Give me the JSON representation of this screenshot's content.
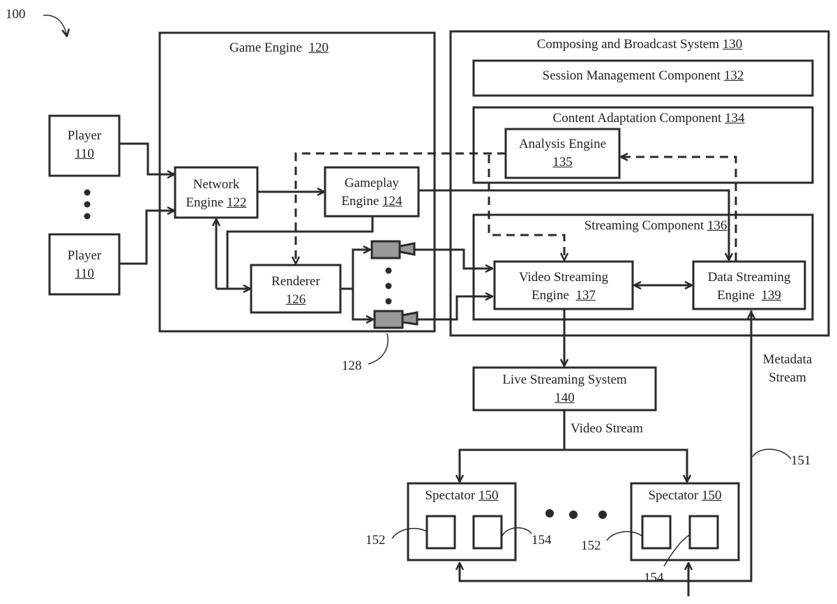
{
  "figure_ref": "100",
  "game_engine": {
    "title": "Game Engine",
    "ref": "120"
  },
  "players": [
    {
      "label": "Player",
      "ref": "110"
    },
    {
      "label": "Player",
      "ref": "110"
    }
  ],
  "network_engine": {
    "line1": "Network",
    "line2": "Engine",
    "ref": "122"
  },
  "gameplay_engine": {
    "line1": "Gameplay",
    "line2": "Engine",
    "ref": "124"
  },
  "renderer": {
    "line1": "Renderer",
    "ref": "126"
  },
  "cameras_ref": "128",
  "composing_system": {
    "title": "Composing and Broadcast System",
    "ref": "130"
  },
  "session_management": {
    "title": "Session Management Component",
    "ref": "132"
  },
  "content_adaptation": {
    "title": "Content Adaptation Component",
    "ref": "134"
  },
  "analysis_engine": {
    "line1": "Analysis Engine",
    "ref": "135"
  },
  "streaming_component": {
    "title": "Streaming Component",
    "ref": "136"
  },
  "video_streaming_engine": {
    "line1": "Video Streaming",
    "line2": "Engine",
    "ref": "137"
  },
  "data_streaming_engine": {
    "line1": "Data Streaming",
    "line2": "Engine",
    "ref": "139"
  },
  "live_streaming_system": {
    "line1": "Live Streaming System",
    "ref": "140"
  },
  "video_stream_label": "Video Stream",
  "metadata_stream_label": {
    "line1": "Metadata",
    "line2": "Stream"
  },
  "metadata_ref": "151",
  "spectators": [
    {
      "label": "Spectator",
      "ref": "150",
      "left_ref": "152",
      "right_ref": "154"
    },
    {
      "label": "Spectator",
      "ref": "150",
      "left_ref": "152",
      "right_ref": "154"
    }
  ]
}
